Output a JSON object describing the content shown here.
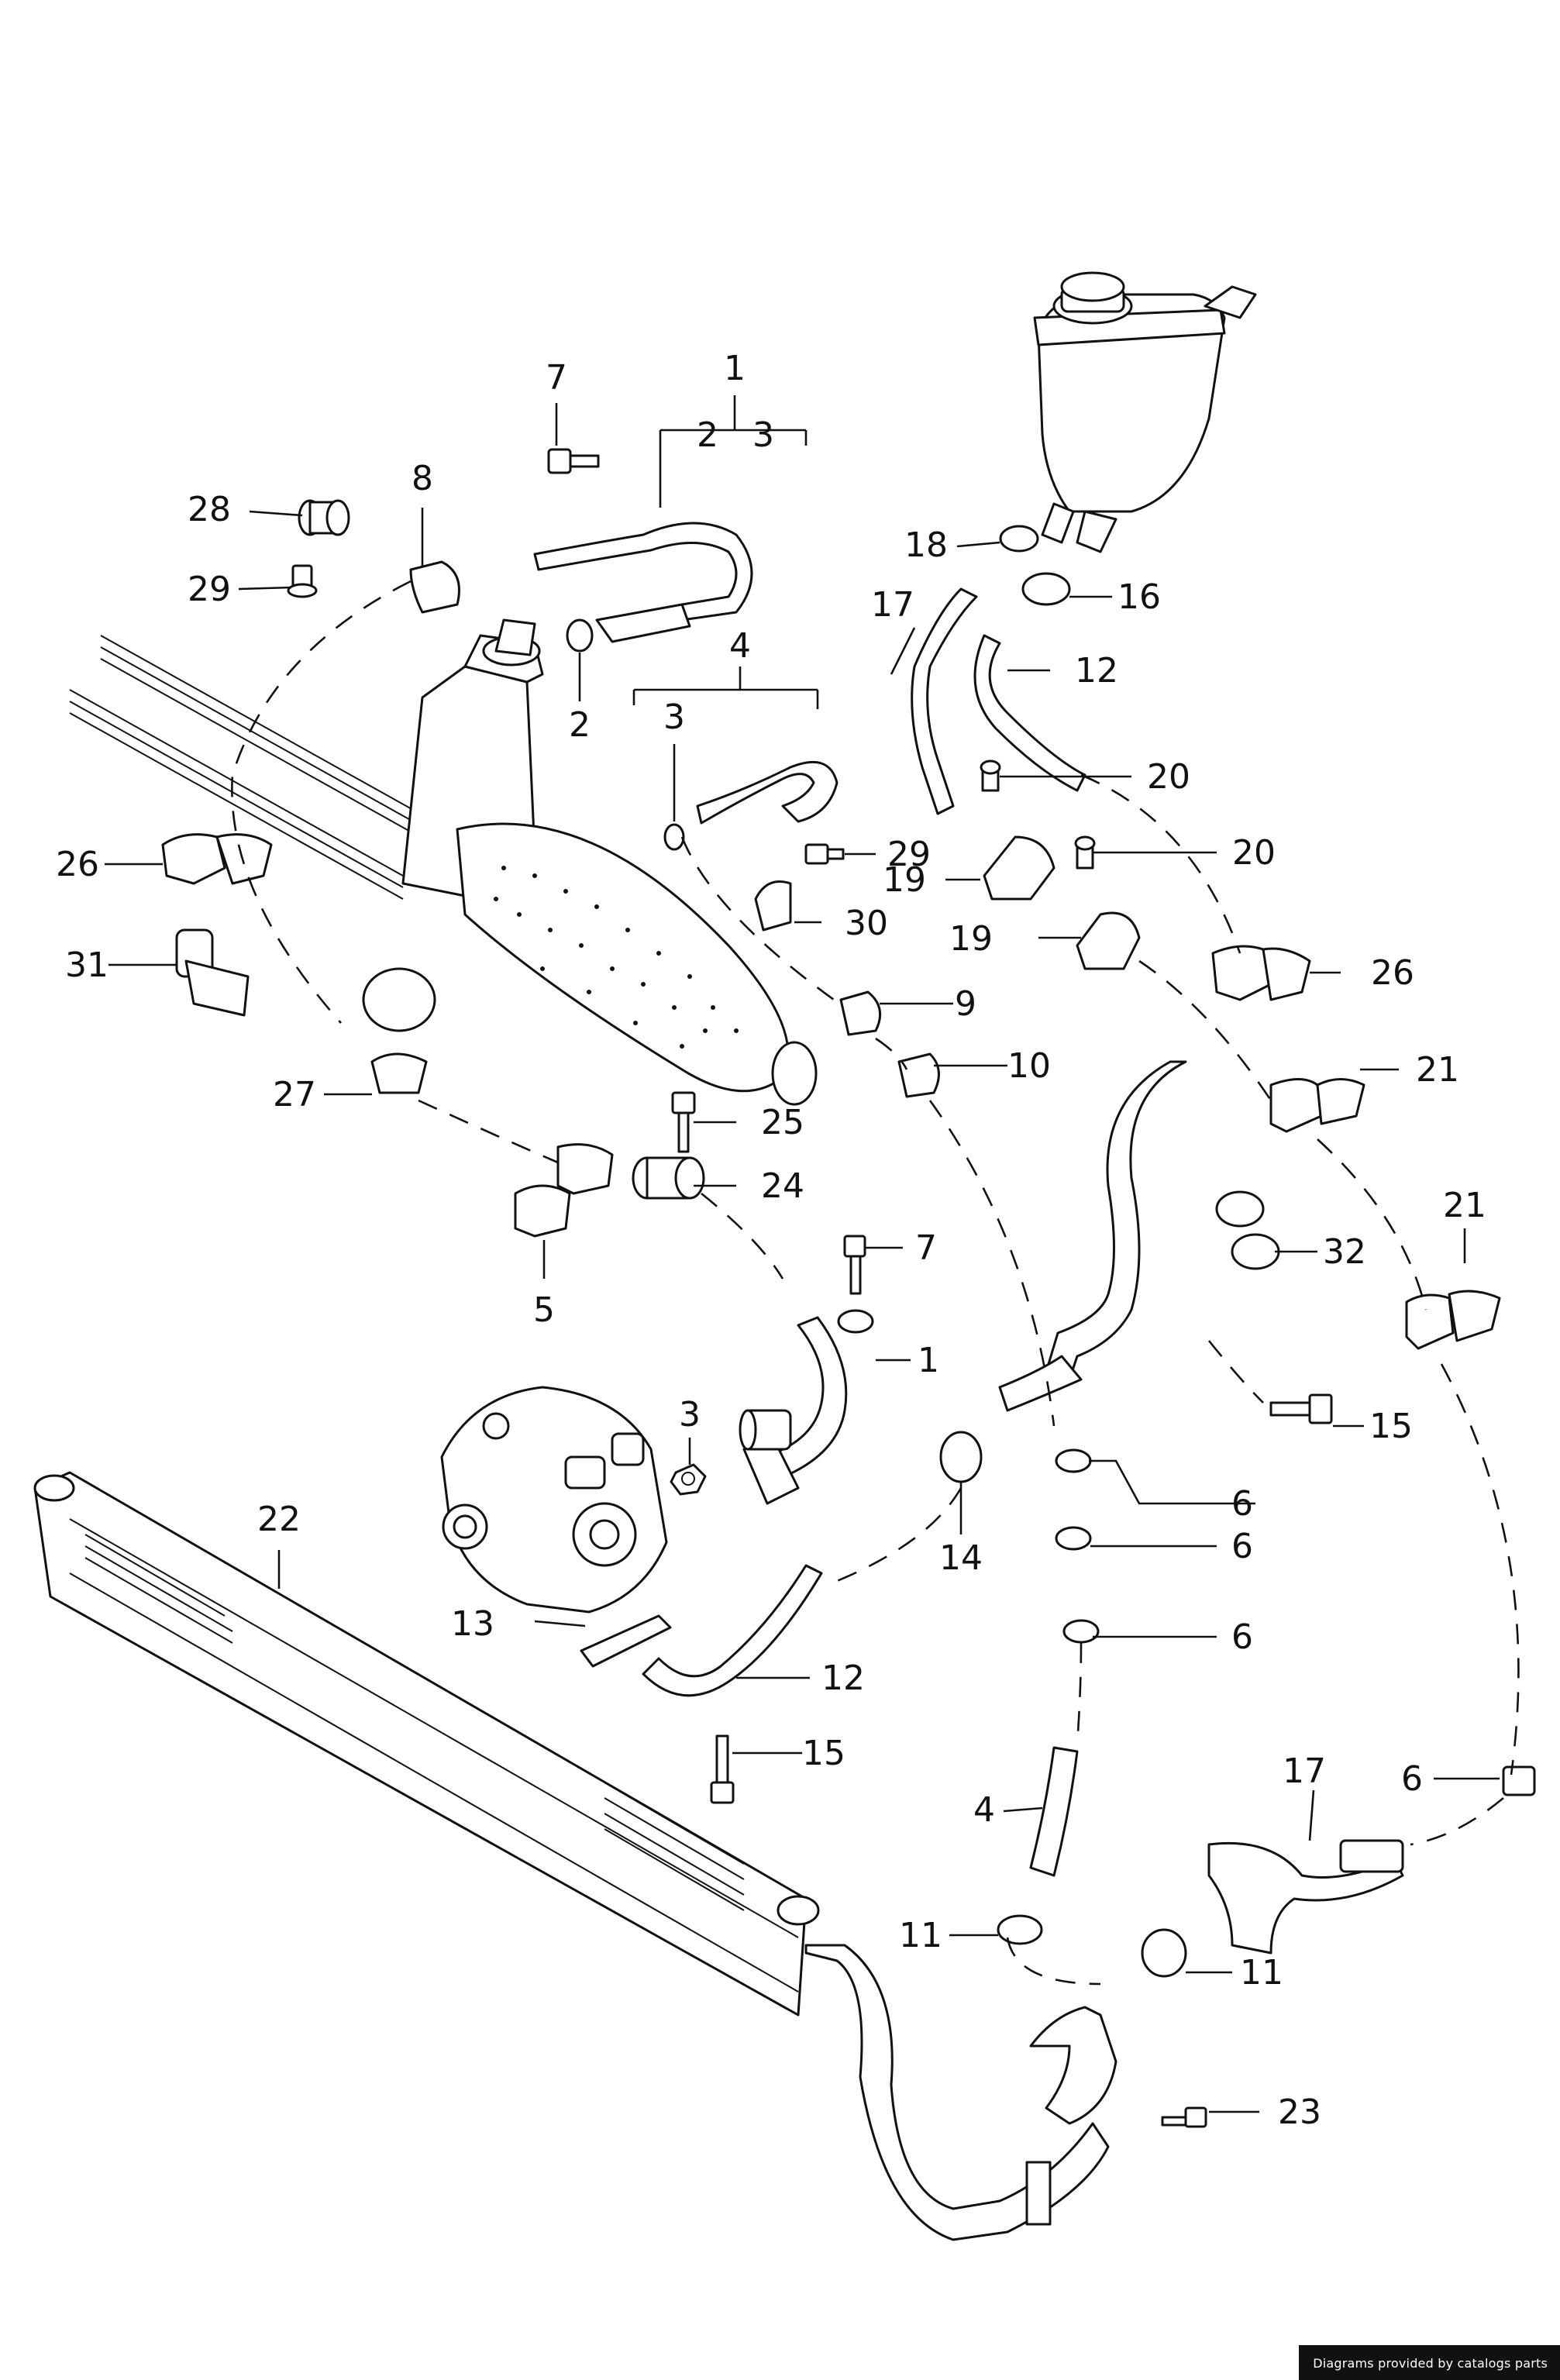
{
  "diagram": {
    "callouts": {
      "c1_top": "1",
      "c2_top": "2",
      "c3_top": "3",
      "c2_lower": "2",
      "c4_top": "4",
      "c3_mid": "3",
      "c7_top": "7",
      "c8": "8",
      "c28": "28",
      "c29_left": "29",
      "c18": "18",
      "c16": "16",
      "c17_top": "17",
      "c12_top": "12",
      "c20_a": "20",
      "c20_b": "20",
      "c19_a": "19",
      "c19_b": "19",
      "c29_mid": "29",
      "c30": "30",
      "c26_left": "26",
      "c26_right": "26",
      "c31": "31",
      "c9": "9",
      "c10": "10",
      "c27": "27",
      "c21_a": "21",
      "c21_b": "21",
      "c25": "25",
      "c24": "24",
      "c32": "32",
      "c5": "5",
      "c7_mid": "7",
      "c1_mid": "1",
      "c3_low": "3",
      "c15_right": "15",
      "c22": "22",
      "c14": "14",
      "c6_a": "6",
      "c6_b": "6",
      "c6_c": "6",
      "c6_d": "6",
      "c13": "13",
      "c12_low": "12",
      "c15_low": "15",
      "c17_low": "17",
      "c4_low": "4",
      "c11_a": "11",
      "c11_b": "11",
      "c23": "23"
    }
  },
  "footer": {
    "credit": "Diagrams provided by catalogs parts"
  }
}
